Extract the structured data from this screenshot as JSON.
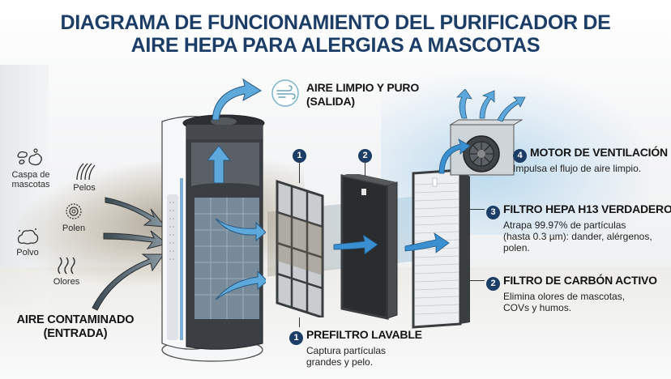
{
  "title": {
    "line1": "DIAGRAMA DE FUNCIONAMIENTO DEL PURIFICADOR DE",
    "line2": "AIRE HEPA PARA ALERGIAS A MASCOTAS",
    "color": "#1c3d66"
  },
  "pollutants": [
    {
      "label": "Caspa de mascotas",
      "line1": "Caspa de",
      "line2": "mascotas",
      "icon": "dander-icon"
    },
    {
      "label": "Pelos",
      "icon": "hair-icon"
    },
    {
      "label": "Polen",
      "icon": "pollen-icon"
    },
    {
      "label": "Polvo",
      "icon": "dust-icon"
    },
    {
      "label": "Olores",
      "icon": "odor-icon"
    }
  ],
  "inlet": {
    "line1": "AIRE CONTAMINADO",
    "line2": "(ENTRADA)"
  },
  "outlet": {
    "line1": "AIRE LIMPIO Y PURO",
    "line2": "(SALIDA)",
    "icon": "wind-icon"
  },
  "components": {
    "prefilter": {
      "number": "1",
      "title": "PREFILTRO LAVABLE",
      "desc1": "Captura partículas",
      "desc2": "grandes y pelo."
    },
    "carbon": {
      "number": "2",
      "title": "FILTRO DE CARBÓN ACTIVO",
      "desc1": "Elimina olores de mascotas,",
      "desc2": "COVs y humos."
    },
    "hepa": {
      "number": "3",
      "title": "FILTRO HEPA H13 VERDADERO",
      "desc1": "Atrapa 99.97% de partículas",
      "desc2": "(hasta 0.3 µm): dander, alérgenos,",
      "desc3": "polen."
    },
    "motor": {
      "number": "4",
      "title": "MOTOR DE VENTILACIÓN",
      "desc1": "Impulsa el flujo de aire limpio."
    }
  },
  "colors": {
    "badge": "#1c3d66",
    "clean_arrow": "#3a8fd0",
    "dirty_arrow": "#6e7a82",
    "filter_frame": "#3a3d40"
  }
}
